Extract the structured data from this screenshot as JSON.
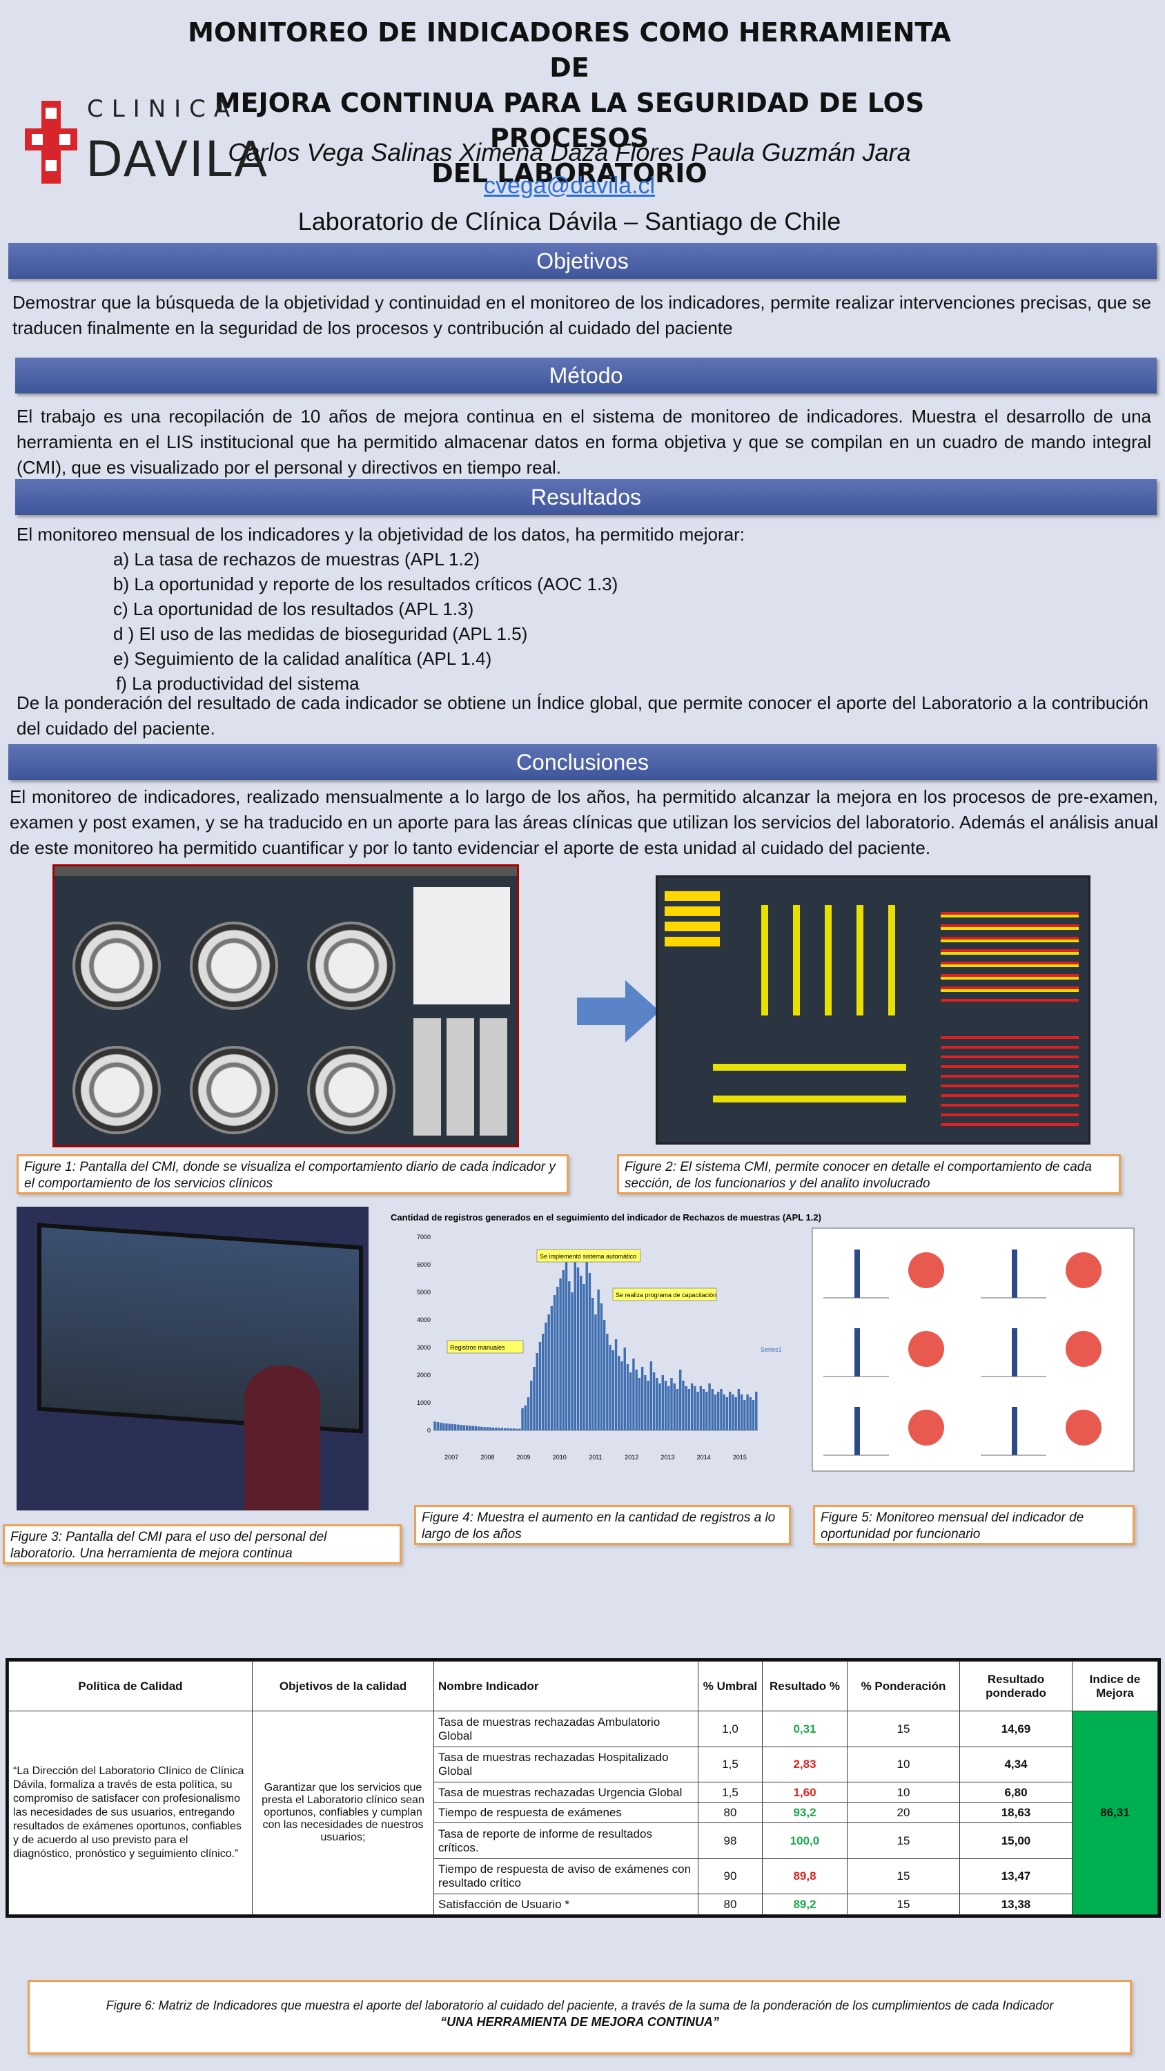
{
  "header": {
    "title_lines": [
      "MONITOREO DE INDICADORES COMO HERRAMIENTA DE",
      "MEJORA CONTINUA PARA LA SEGURIDAD DE LOS PROCESOS",
      "DEL LABORATORIO"
    ],
    "authors": "Carlos Vega Salinas   Ximena Daza Flores  Paula Guzmán Jara",
    "email": "cvega@davila.cl",
    "lab": "Laboratorio de Clínica Dávila – Santiago de Chile",
    "logo_line1": "CLINICA",
    "logo_line2": "DAVILA"
  },
  "sections": {
    "objetivos": {
      "title": "Objetivos",
      "text": "Demostrar que la búsqueda de la objetividad y continuidad en el monitoreo de los indicadores, permite realizar intervenciones precisas, que se traducen finalmente en la seguridad de los procesos y contribución al cuidado del paciente"
    },
    "metodo": {
      "title": "Método",
      "text": "El trabajo es una recopilación de 10 años  de mejora continua en el sistema de monitoreo de indicadores. Muestra el desarrollo de una herramienta  en el LIS institucional que ha permitido almacenar datos en forma objetiva y que se compilan en un cuadro de mando integral (CMI), que es visualizado por el personal y directivos en tiempo real."
    },
    "resultados": {
      "title": "Resultados",
      "intro": "El monitoreo mensual de los indicadores  y la objetividad de los datos, ha permitido mejorar:",
      "items": [
        "a) La tasa de rechazos de muestras (APL 1.2)",
        "b) La  oportunidad y reporte de los resultados críticos (AOC 1.3)",
        "c) La oportunidad de los resultados (APL 1.3)",
        "d ) El uso de las medidas de bioseguridad (APL 1.5)",
        "e) Seguimiento de la calidad analítica (APL 1.4)",
        "f) La productividad del sistema"
      ],
      "outro": "De la ponderación del resultado de cada indicador se obtiene un Índice global, que permite conocer el aporte del Laboratorio a la contribución del cuidado del paciente."
    },
    "conclusiones": {
      "title": "Conclusiones",
      "text": "El monitoreo de indicadores, realizado mensualmente a lo largo de los años, ha permitido alcanzar la mejora en los procesos de pre-examen, examen y post examen,  y se ha traducido en un aporte para las áreas clínicas que utilizan los servicios del laboratorio. Además el análisis anual de este monitoreo ha permitido cuantificar  y por lo tanto evidenciar el aporte de esta unidad al cuidado del paciente."
    }
  },
  "figures": {
    "fig1": "Figure 1: Pantalla del CMI, donde se visualiza el comportamiento diario de cada indicador y el comportamiento de los servicios clínicos",
    "fig2": "Figure 2: El sistema CMI, permite conocer en detalle el comportamiento de cada sección, de los funcionarios y del analito involucrado",
    "fig3": "Figure 3: Pantalla del CMI para el uso del personal del laboratorio. Una herramienta de mejora continua",
    "fig4": "Figure 4: Muestra el aumento en la cantidad de registros a lo largo de los años",
    "fig5": "Figure 5: Monitoreo mensual del indicador de oportunidad por funcionario",
    "fig6_line1": "Figure 6: Matriz de Indicadores  que muestra el aporte del laboratorio al cuidado del paciente, a través de la suma de la ponderación de los cumplimientos de cada Indicador",
    "fig6_line2": "“UNA HERRAMIENTA DE MEJORA CONTINUA”"
  },
  "chart_data": {
    "type": "bar",
    "title": "Cantidad de registros generados en el seguimiento del indicador de Rechazos de muestras (APL 1.2)",
    "years": [
      "2007",
      "2008",
      "2009",
      "2010",
      "2011",
      "2012",
      "2013",
      "2014",
      "2015"
    ],
    "ylim": [
      0,
      7000
    ],
    "yticks": [
      0,
      1000,
      2000,
      3000,
      4000,
      5000,
      6000,
      7000
    ],
    "legend": "Series1",
    "annotations": [
      "Se implementó sistema automático",
      "Se realiza programa de capacitación",
      "Registros manuales"
    ],
    "values": [
      320,
      300,
      280,
      260,
      250,
      240,
      230,
      220,
      210,
      200,
      190,
      180,
      170,
      160,
      150,
      140,
      130,
      120,
      120,
      110,
      100,
      100,
      90,
      90,
      80,
      80,
      70,
      70,
      60,
      60,
      800,
      900,
      1200,
      1800,
      2300,
      2800,
      3200,
      3500,
      3900,
      4200,
      4500,
      4900,
      5200,
      5500,
      5800,
      6100,
      5400,
      5000,
      6500,
      5900,
      5600,
      5300,
      6100,
      5700,
      4800,
      4200,
      5100,
      4600,
      4000,
      3500,
      3100,
      2900,
      3300,
      2700,
      2500,
      3000,
      2400,
      2100,
      2600,
      2200,
      1900,
      2300,
      2000,
      1800,
      2500,
      2100,
      1900,
      1700,
      2000,
      1800,
      1600,
      1900,
      1700,
      1500,
      2200,
      1800,
      1600,
      1500,
      1700,
      1600,
      1400,
      1600,
      1500,
      1400,
      1700,
      1500,
      1300,
      1400,
      1500,
      1300,
      1200,
      1400,
      1300,
      1200,
      1500,
      1300,
      1100,
      1300,
      1200,
      1100,
      1400
    ]
  },
  "matrix": {
    "headers": [
      "Política de Calidad",
      "Objetivos de la calidad",
      "Nombre Indicador",
      "% Umbral",
      "Resultado %",
      "% Ponderación",
      "Resultado ponderado",
      "Indice de Mejora"
    ],
    "politica": "“La Dirección del Laboratorio Clínico de Clínica Dávila, formaliza a través de esta política, su compromiso de satisfacer con profesionalismo las necesidades de sus usuarios, entregando resultados de exámenes  oportunos, confiables y de acuerdo al uso previsto para el diagnóstico, pronóstico y seguimiento clínico.”",
    "objetivos": "Garantizar que los servicios que presta el Laboratorio clínico sean oportunos, confiables y cumplan con  las necesidades de nuestros usuarios;",
    "indice": "86,31",
    "rows": [
      {
        "name": "Tasa de muestras rechazadas Ambulatorio Global",
        "umbral": "1,0",
        "resultado": "0,31",
        "color": "#1aa84a",
        "pond": "15",
        "rp": "14,69"
      },
      {
        "name": "Tasa de muestras rechazadas Hospitalizado Global",
        "umbral": "1,5",
        "resultado": "2,83",
        "color": "#e02020",
        "pond": "10",
        "rp": "4,34"
      },
      {
        "name": "Tasa de muestras rechazadas Urgencia Global",
        "umbral": "1,5",
        "resultado": "1,60",
        "color": "#e02020",
        "pond": "10",
        "rp": "6,80"
      },
      {
        "name": "Tiempo de respuesta de exámenes",
        "umbral": "80",
        "resultado": "93,2",
        "color": "#1aa84a",
        "pond": "20",
        "rp": "18,63"
      },
      {
        "name": "Tasa de reporte de informe de resultados críticos.",
        "umbral": "98",
        "resultado": "100,0",
        "color": "#1aa84a",
        "pond": "15",
        "rp": "15,00"
      },
      {
        "name": "Tiempo de respuesta de aviso de exámenes con resultado crítico",
        "umbral": "90",
        "resultado": "89,8",
        "color": "#e02020",
        "pond": "15",
        "rp": "13,47"
      },
      {
        "name": "Satisfacción de Usuario *",
        "umbral": "80",
        "resultado": "89,2",
        "color": "#1aa84a",
        "pond": "15",
        "rp": "13,38"
      }
    ]
  },
  "colors": {
    "band": "#4a5fa5",
    "caption_border": "#f0a050",
    "indice_bg": "#00b050"
  }
}
